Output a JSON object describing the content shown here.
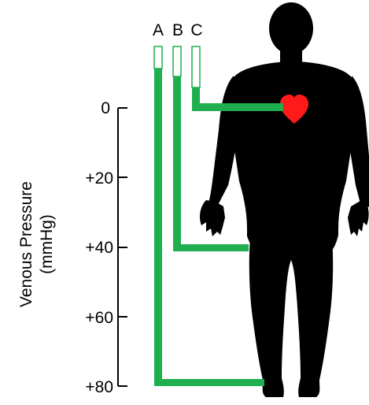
{
  "diagram": {
    "axis_label_line1": "Venous Pressure",
    "axis_label_line2": "(mmHg)",
    "ticks": [
      {
        "label": "0",
        "value": 0
      },
      {
        "label": "+20",
        "value": 20
      },
      {
        "label": "+40",
        "value": 40
      },
      {
        "label": "+60",
        "value": 60
      },
      {
        "label": "+80",
        "value": 80
      }
    ],
    "tubes": [
      {
        "label": "A",
        "pressure": 80
      },
      {
        "label": "B",
        "pressure": 40
      },
      {
        "label": "C",
        "pressure": 0
      }
    ],
    "colors": {
      "tube": "#1faf4f",
      "body": "#000000",
      "heart": "#ff1a1a",
      "axis": "#000000"
    },
    "icons": {
      "figure": "human-silhouette-icon",
      "heart": "heart-icon"
    }
  }
}
